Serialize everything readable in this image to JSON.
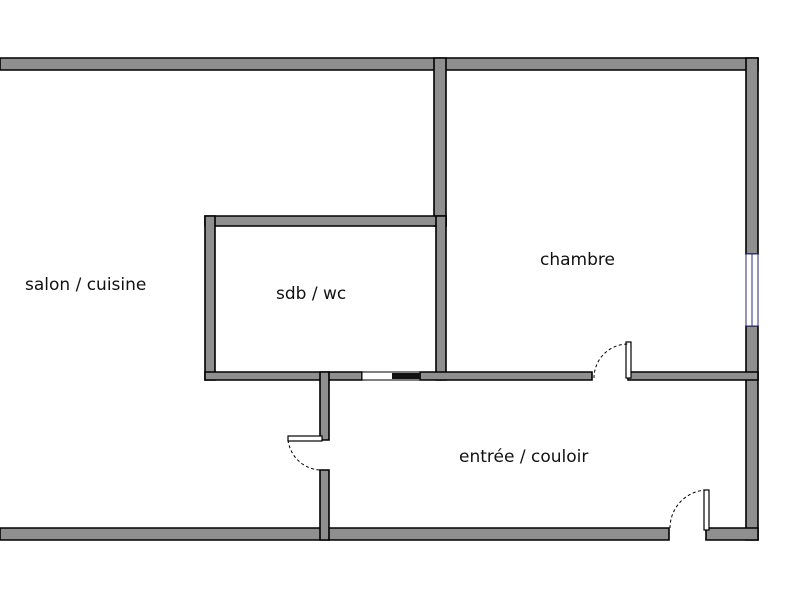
{
  "plan": {
    "rooms": [
      {
        "id": "salon",
        "label": "salon / cuisine"
      },
      {
        "id": "sdb",
        "label": "sdb / wc"
      },
      {
        "id": "chambre",
        "label": "chambre"
      },
      {
        "id": "entree",
        "label": "entrée / couloir"
      }
    ]
  }
}
